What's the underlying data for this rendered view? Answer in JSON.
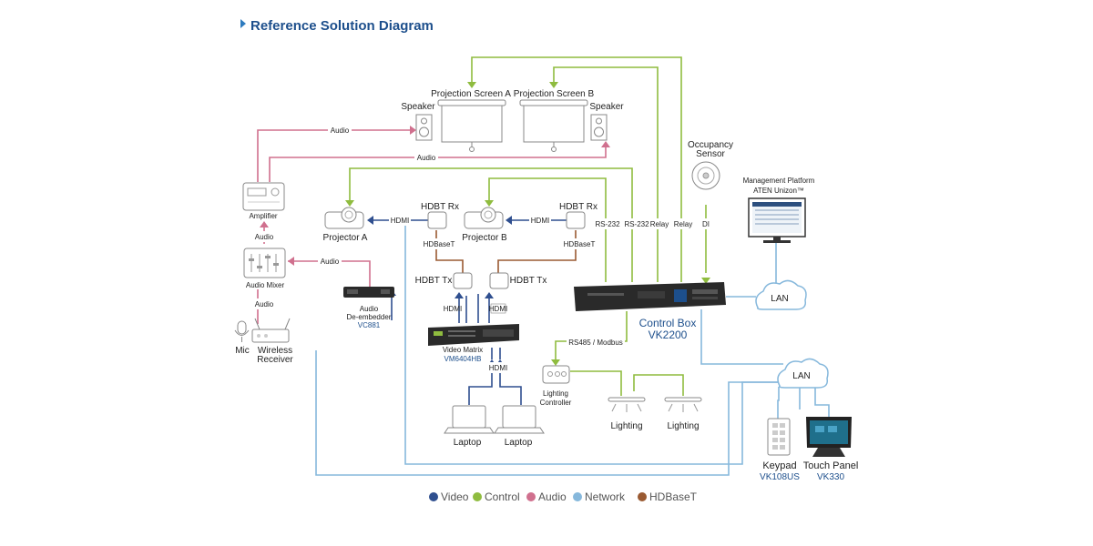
{
  "title": "Reference Solution Diagram",
  "colors": {
    "video": "#2f4f8f",
    "control": "#8fbc3f",
    "audio": "#d0708e",
    "network": "#86b8dc",
    "hdbaset": "#9a5a32"
  },
  "devices": {
    "projection_screen_a": "Projection Screen A",
    "projection_screen_b": "Projection Screen B",
    "speaker_left": "Speaker",
    "speaker_right": "Speaker",
    "occupancy_sensor_1": "Occupancy",
    "occupancy_sensor_2": "Sensor",
    "mgmt_1": "Management Platform",
    "mgmt_2": "ATEN Unizon™",
    "amplifier": "Amplifier",
    "audio_mixer": "Audio Mixer",
    "mic": "Mic",
    "wireless_1": "Wireless",
    "wireless_2": "Receiver",
    "hdbt_rx_a": "HDBT Rx",
    "hdbt_rx_b": "HDBT Rx",
    "projector_a": "Projector A",
    "projector_b": "Projector B",
    "hdbt_tx_a": "HDBT Tx",
    "hdbt_tx_b": "HDBT Tx",
    "deemb_1": "Audio",
    "deemb_2": "De-embedder",
    "deemb_model": "VC881",
    "matrix_name": "Video Matrix",
    "matrix_model": "VM6404HB",
    "control_box_name": "Control Box",
    "control_box_model": "VK2200",
    "lighting_ctrl_1": "Lighting",
    "lighting_ctrl_2": "Controller",
    "lighting_1": "Lighting",
    "lighting_2": "Lighting",
    "laptop_1": "Laptop",
    "laptop_2": "Laptop",
    "keypad_name": "Keypad",
    "keypad_model": "VK108US",
    "touch_name": "Touch Panel",
    "touch_model": "VK330",
    "lan_1": "LAN",
    "lan_2": "LAN"
  },
  "connections": {
    "audio_top": "Audio",
    "audio_mid": "Audio",
    "audio_amp_mixer": "Audio",
    "audio_mixer_deemb": "Audio",
    "audio_mic_mixer": "Audio",
    "hdmi_a": "HDMI",
    "hdmi_b": "HDMI",
    "hdbaset_a": "HDBaseT",
    "hdbaset_b": "HDBaseT",
    "hdmi_deemb": "HDMI",
    "hdmi_tx_b": "HDMI",
    "hdmi_laptops": "HDMI",
    "rs232_1": "RS-232",
    "rs232_2": "RS-232",
    "relay_1": "Relay",
    "relay_2": "Relay",
    "di": "DI",
    "rs485": "RS485 / Modbus"
  },
  "legend": [
    {
      "label": "Video",
      "color": "#2f4f8f"
    },
    {
      "label": "Control",
      "color": "#8fbc3f"
    },
    {
      "label": "Audio",
      "color": "#d0708e"
    },
    {
      "label": "Network",
      "color": "#86b8dc"
    },
    {
      "label": "HDBaseT",
      "color": "#9a5a32"
    }
  ]
}
